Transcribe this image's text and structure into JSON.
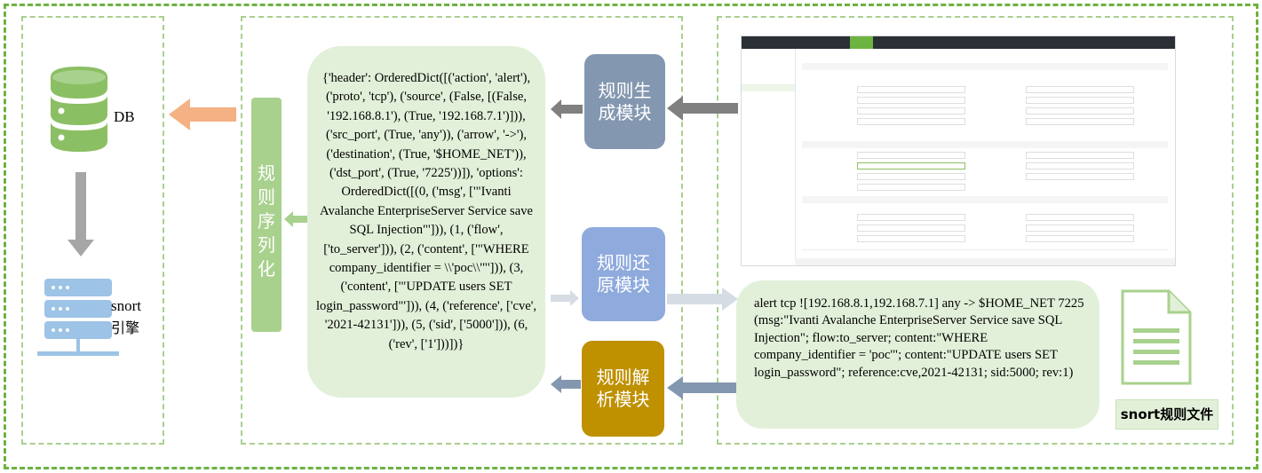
{
  "db": {
    "label": "DB"
  },
  "snort_engine": {
    "line1": "snort",
    "line2": "引擎"
  },
  "serialize": {
    "label": "规则序列化"
  },
  "parsed_rule": "{'header': OrderedDict([('action', 'alert'), ('proto', 'tcp'), ('source', (False, [(False, '192.168.8.1'), (True, '192.168.7.1')])), ('src_port', (True, 'any')), ('arrow', '->'), ('destination', (True, '$HOME_NET')), ('dst_port', (True, '7225'))]), 'options': OrderedDict([(0, ('msg', ['\"Ivanti Avalanche EnterpriseServer Service save SQL Injection\"'])), (1, ('flow', ['to_server'])), (2, ('content', ['\"WHERE company_identifier = \\\\'poc\\\\'\"'])), (3, ('content', ['\"UPDATE users SET login_password\"'])), (4, ('reference', ['cve', '2021-42131'])), (5, ('sid', ['5000'])), (6, ('rev', ['1']))])}",
  "modules": {
    "generate": "规则生成模块",
    "restore": "规则还原模块",
    "parse": "规则解析模块"
  },
  "snort_rule": "alert tcp ![192.168.8.1,192.168.7.1] any -> $HOME_NET 7225 (msg:\"Ivanti Avalanche EnterpriseServer Service save SQL Injection\"; flow:to_server; content:\"WHERE company_identifier = 'poc'\"; content:\"UPDATE users SET login_password\"; reference:cve,2021-42131; sid:5000; rev:1)",
  "snort_file": {
    "label": "snort规则文件"
  },
  "colors": {
    "green_border": "#6cb33f",
    "light_green": "#e2f0d9",
    "serial_green": "#a9d18e",
    "orange": "#f4b183",
    "gray": "#a6a6a6",
    "slate": "#8497b0",
    "blue": "#8faadc",
    "gold": "#bf9000",
    "server_blue": "#9dc3e6"
  }
}
